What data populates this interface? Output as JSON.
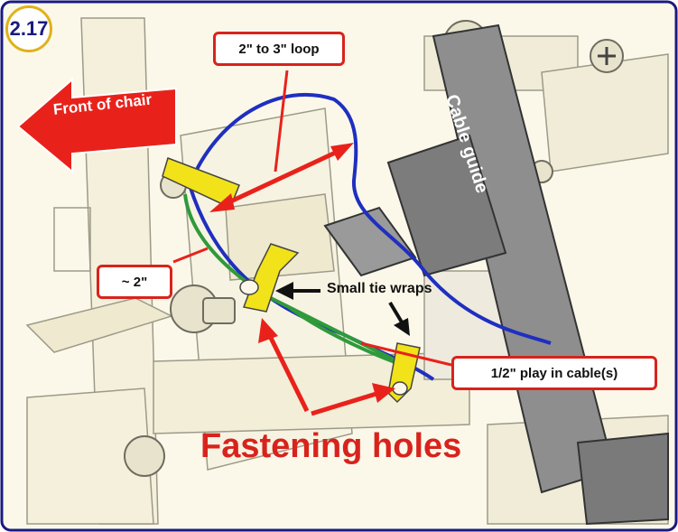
{
  "step": "2.17",
  "labels": {
    "front_of_chair": "Front of chair",
    "cable_guide": "Cable guide",
    "loop": "2\" to 3\" loop",
    "approx": "~ 2\"",
    "small_tie_wraps": "Small tie wraps",
    "play": "1/2\" play in cable(s)",
    "fastening_holes": "Fastening holes"
  },
  "colors": {
    "callout_border": "#d8231c",
    "arrow_red": "#e8221b",
    "blue_cable": "#1f2fc0",
    "green_cable": "#2f9a3a",
    "tie_wrap_yellow": "#f2e21a",
    "cable_guide_gray": "#8e8e8e",
    "frame_border": "#1a1a80"
  }
}
